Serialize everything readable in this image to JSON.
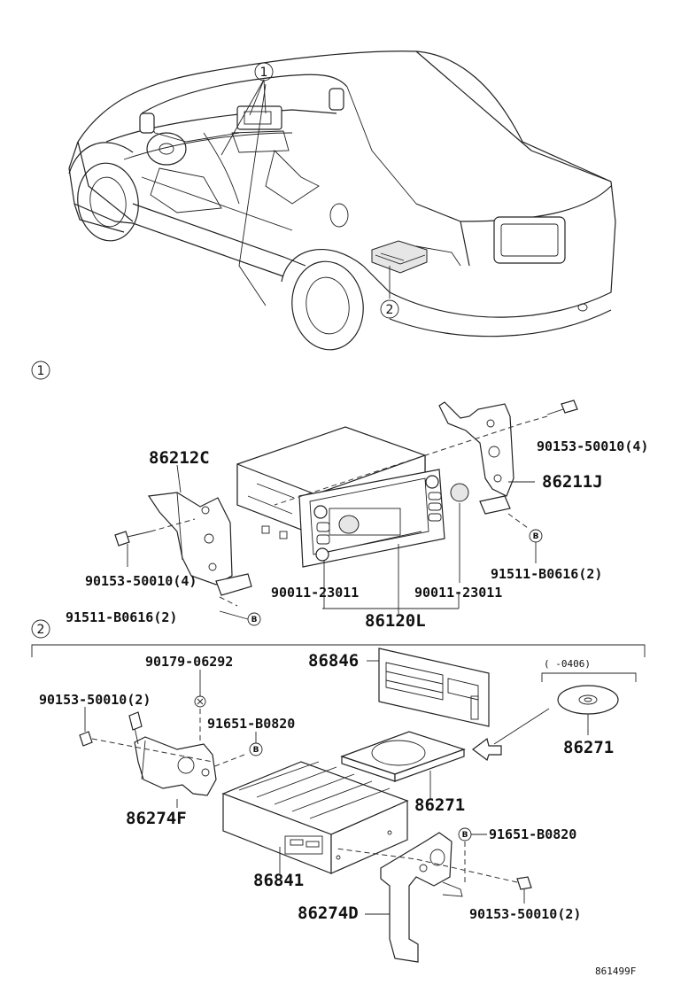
{
  "callouts": {
    "c1": "1",
    "c2": "2",
    "section1": "1",
    "section2": "2",
    "b": "B"
  },
  "section1": {
    "bracket_left": "86212C",
    "bracket_right": "86211J",
    "bolt_right": "90153-50010(4)",
    "bolt_left": "90153-50010(4)",
    "screw_right": "91511-B0616(2)",
    "screw_left": "91511-B0616(2)",
    "knob_left": "90011-23011",
    "knob_right": "90011-23011",
    "receiver": "86120L"
  },
  "section2": {
    "clip": "90179-06292",
    "bolt_top_left": "90153-50010(2)",
    "nut_top": "91651-B0820",
    "cover": "86846",
    "disc_range": "(    -0406)",
    "disc_right": "86271",
    "disc_case": "86271",
    "bracket_left": "86274F",
    "nut_right": "91651-B0820",
    "changer": "86841",
    "bracket_right": "86274D",
    "bolt_bottom_right": "90153-50010(2)"
  },
  "figure_code": "861499F"
}
